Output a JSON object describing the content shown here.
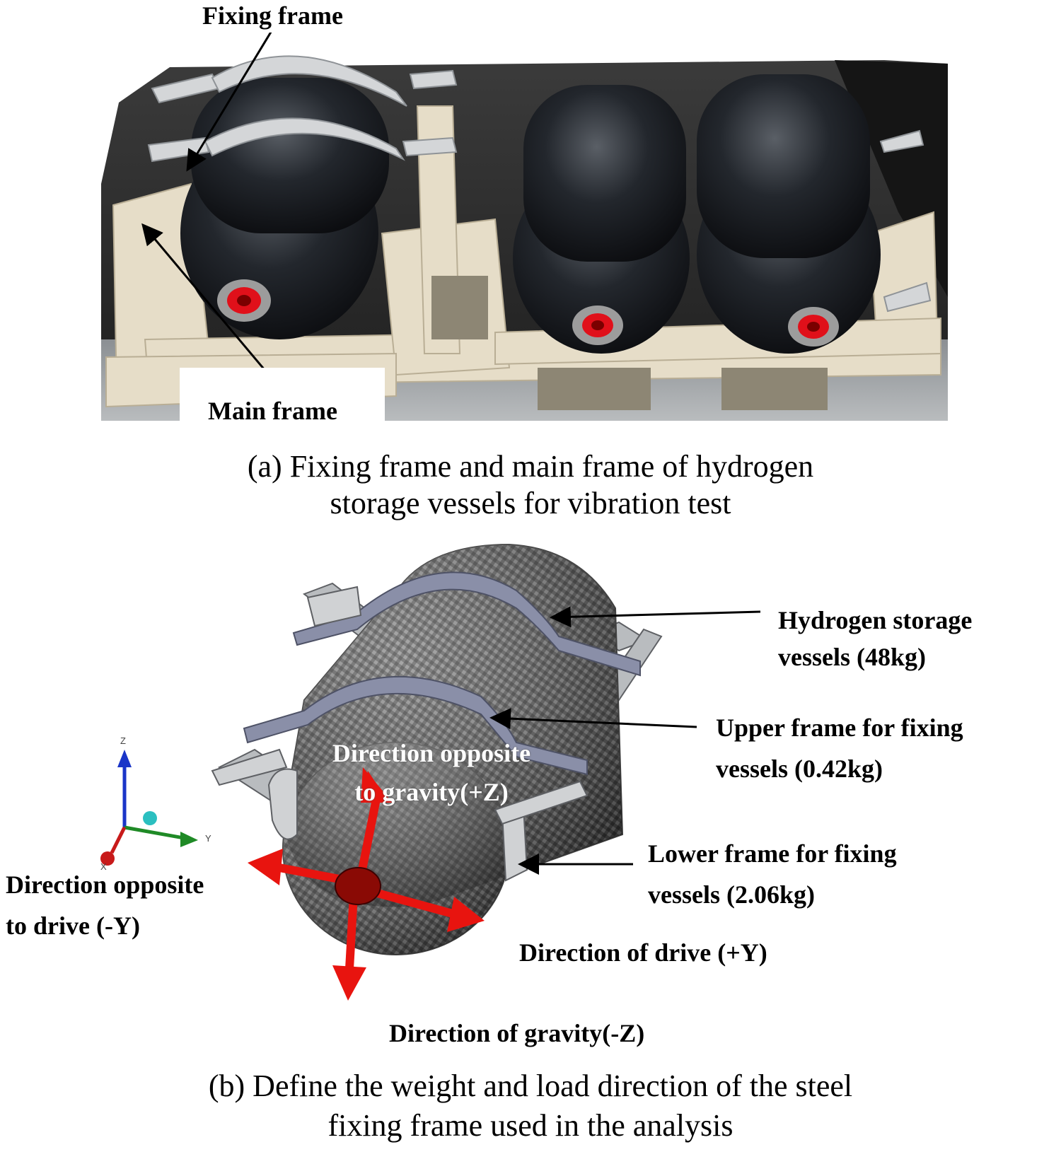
{
  "panel_a": {
    "labels": {
      "fixing_frame": "Fixing frame",
      "main_frame": "Main frame"
    },
    "caption_line1": "(a) Fixing frame and main frame of hydrogen",
    "caption_line2": "storage vessels for vibration test"
  },
  "panel_b": {
    "labels": {
      "vessels_line1": "Hydrogen storage",
      "vessels_line2": "vessels (48kg)",
      "upper_line1": "Upper frame for fixing",
      "upper_line2": "vessels (0.42kg)",
      "lower_line1": "Lower frame for fixing",
      "lower_line2": "vessels (2.06kg)",
      "opposite_gravity_line1": "Direction opposite",
      "opposite_gravity_line2": "to gravity(+Z)",
      "opposite_drive_line1": "Direction opposite",
      "opposite_drive_line2": "to drive (-Y)",
      "drive": "Direction of drive (+Y)",
      "gravity": "Direction of gravity(-Z)"
    },
    "axes": {
      "z": "Z",
      "y": "Y",
      "x": "X"
    },
    "caption_line1": "(b) Define the weight and load direction of the steel",
    "caption_line2": "fixing frame used in the analysis"
  },
  "colors": {
    "arrow_red": "#e8140f",
    "vessel_dark": "#1a1d22",
    "frame_cream": "#e6ddc8",
    "carbon_grey": "#6a6a6a"
  }
}
